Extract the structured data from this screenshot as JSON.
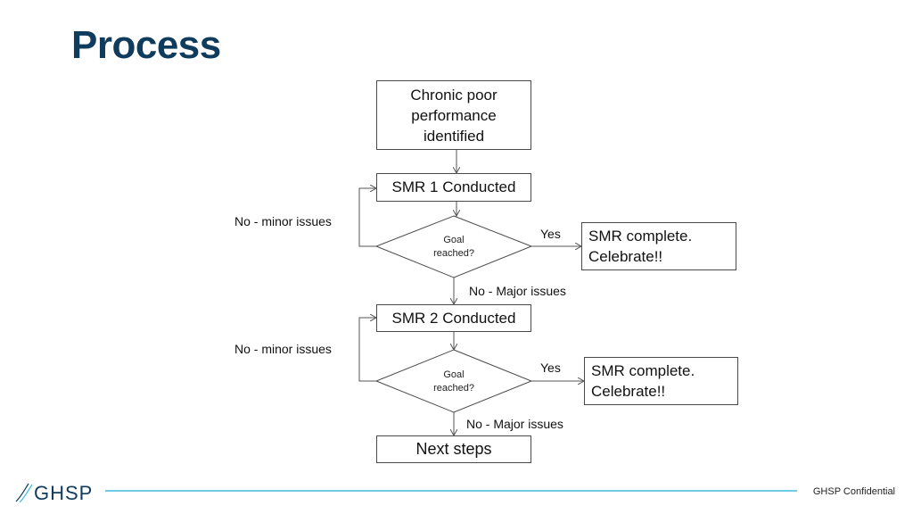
{
  "title": "Process",
  "nodes": {
    "start": "Chronic poor performance identified",
    "smr1": "SMR 1 Conducted",
    "decision1": "Goal reached?",
    "complete1": "SMR complete. Celebrate!!",
    "smr2": "SMR 2 Conducted",
    "decision2": "Goal reached?",
    "complete2": "SMR complete. Celebrate!!",
    "next": "Next steps"
  },
  "edges": {
    "minor1": "No - minor issues",
    "yes1": "Yes",
    "major1": "No - Major issues",
    "minor2": "No - minor issues",
    "yes2": "Yes",
    "major2": "No - Major issues"
  },
  "footer": {
    "logo_text": "GHSP",
    "confidential": "GHSP Confidential"
  },
  "colors": {
    "title": "#0f3b5c",
    "footer_line": "#3fb8e0",
    "logo": "#0f3b5c"
  }
}
